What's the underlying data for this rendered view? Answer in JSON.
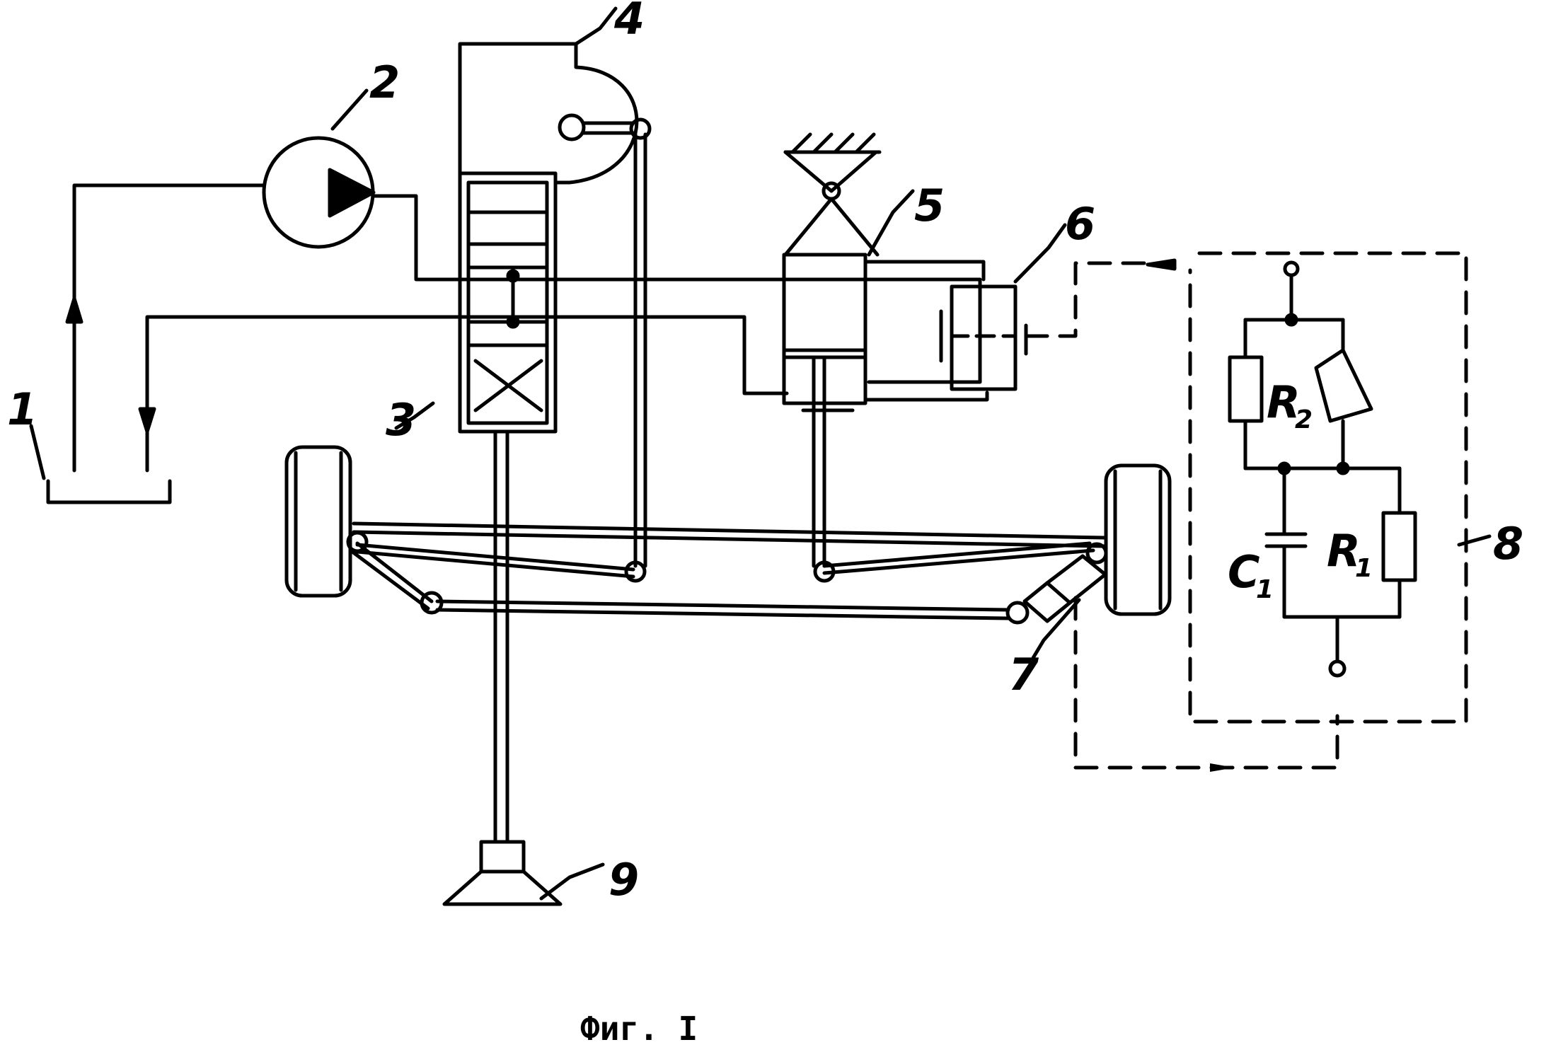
{
  "labels": {
    "l1": "1",
    "l2": "2",
    "l3": "3",
    "l4": "4",
    "l5": "5",
    "l6": "6",
    "l7": "7",
    "l8": "8",
    "l9": "9"
  },
  "circuit": {
    "r2": "R",
    "r2_sub": "2",
    "r1": "R",
    "r1_sub": "1",
    "c1": "C",
    "c1_sub": "1"
  },
  "caption": "Фиг. I"
}
